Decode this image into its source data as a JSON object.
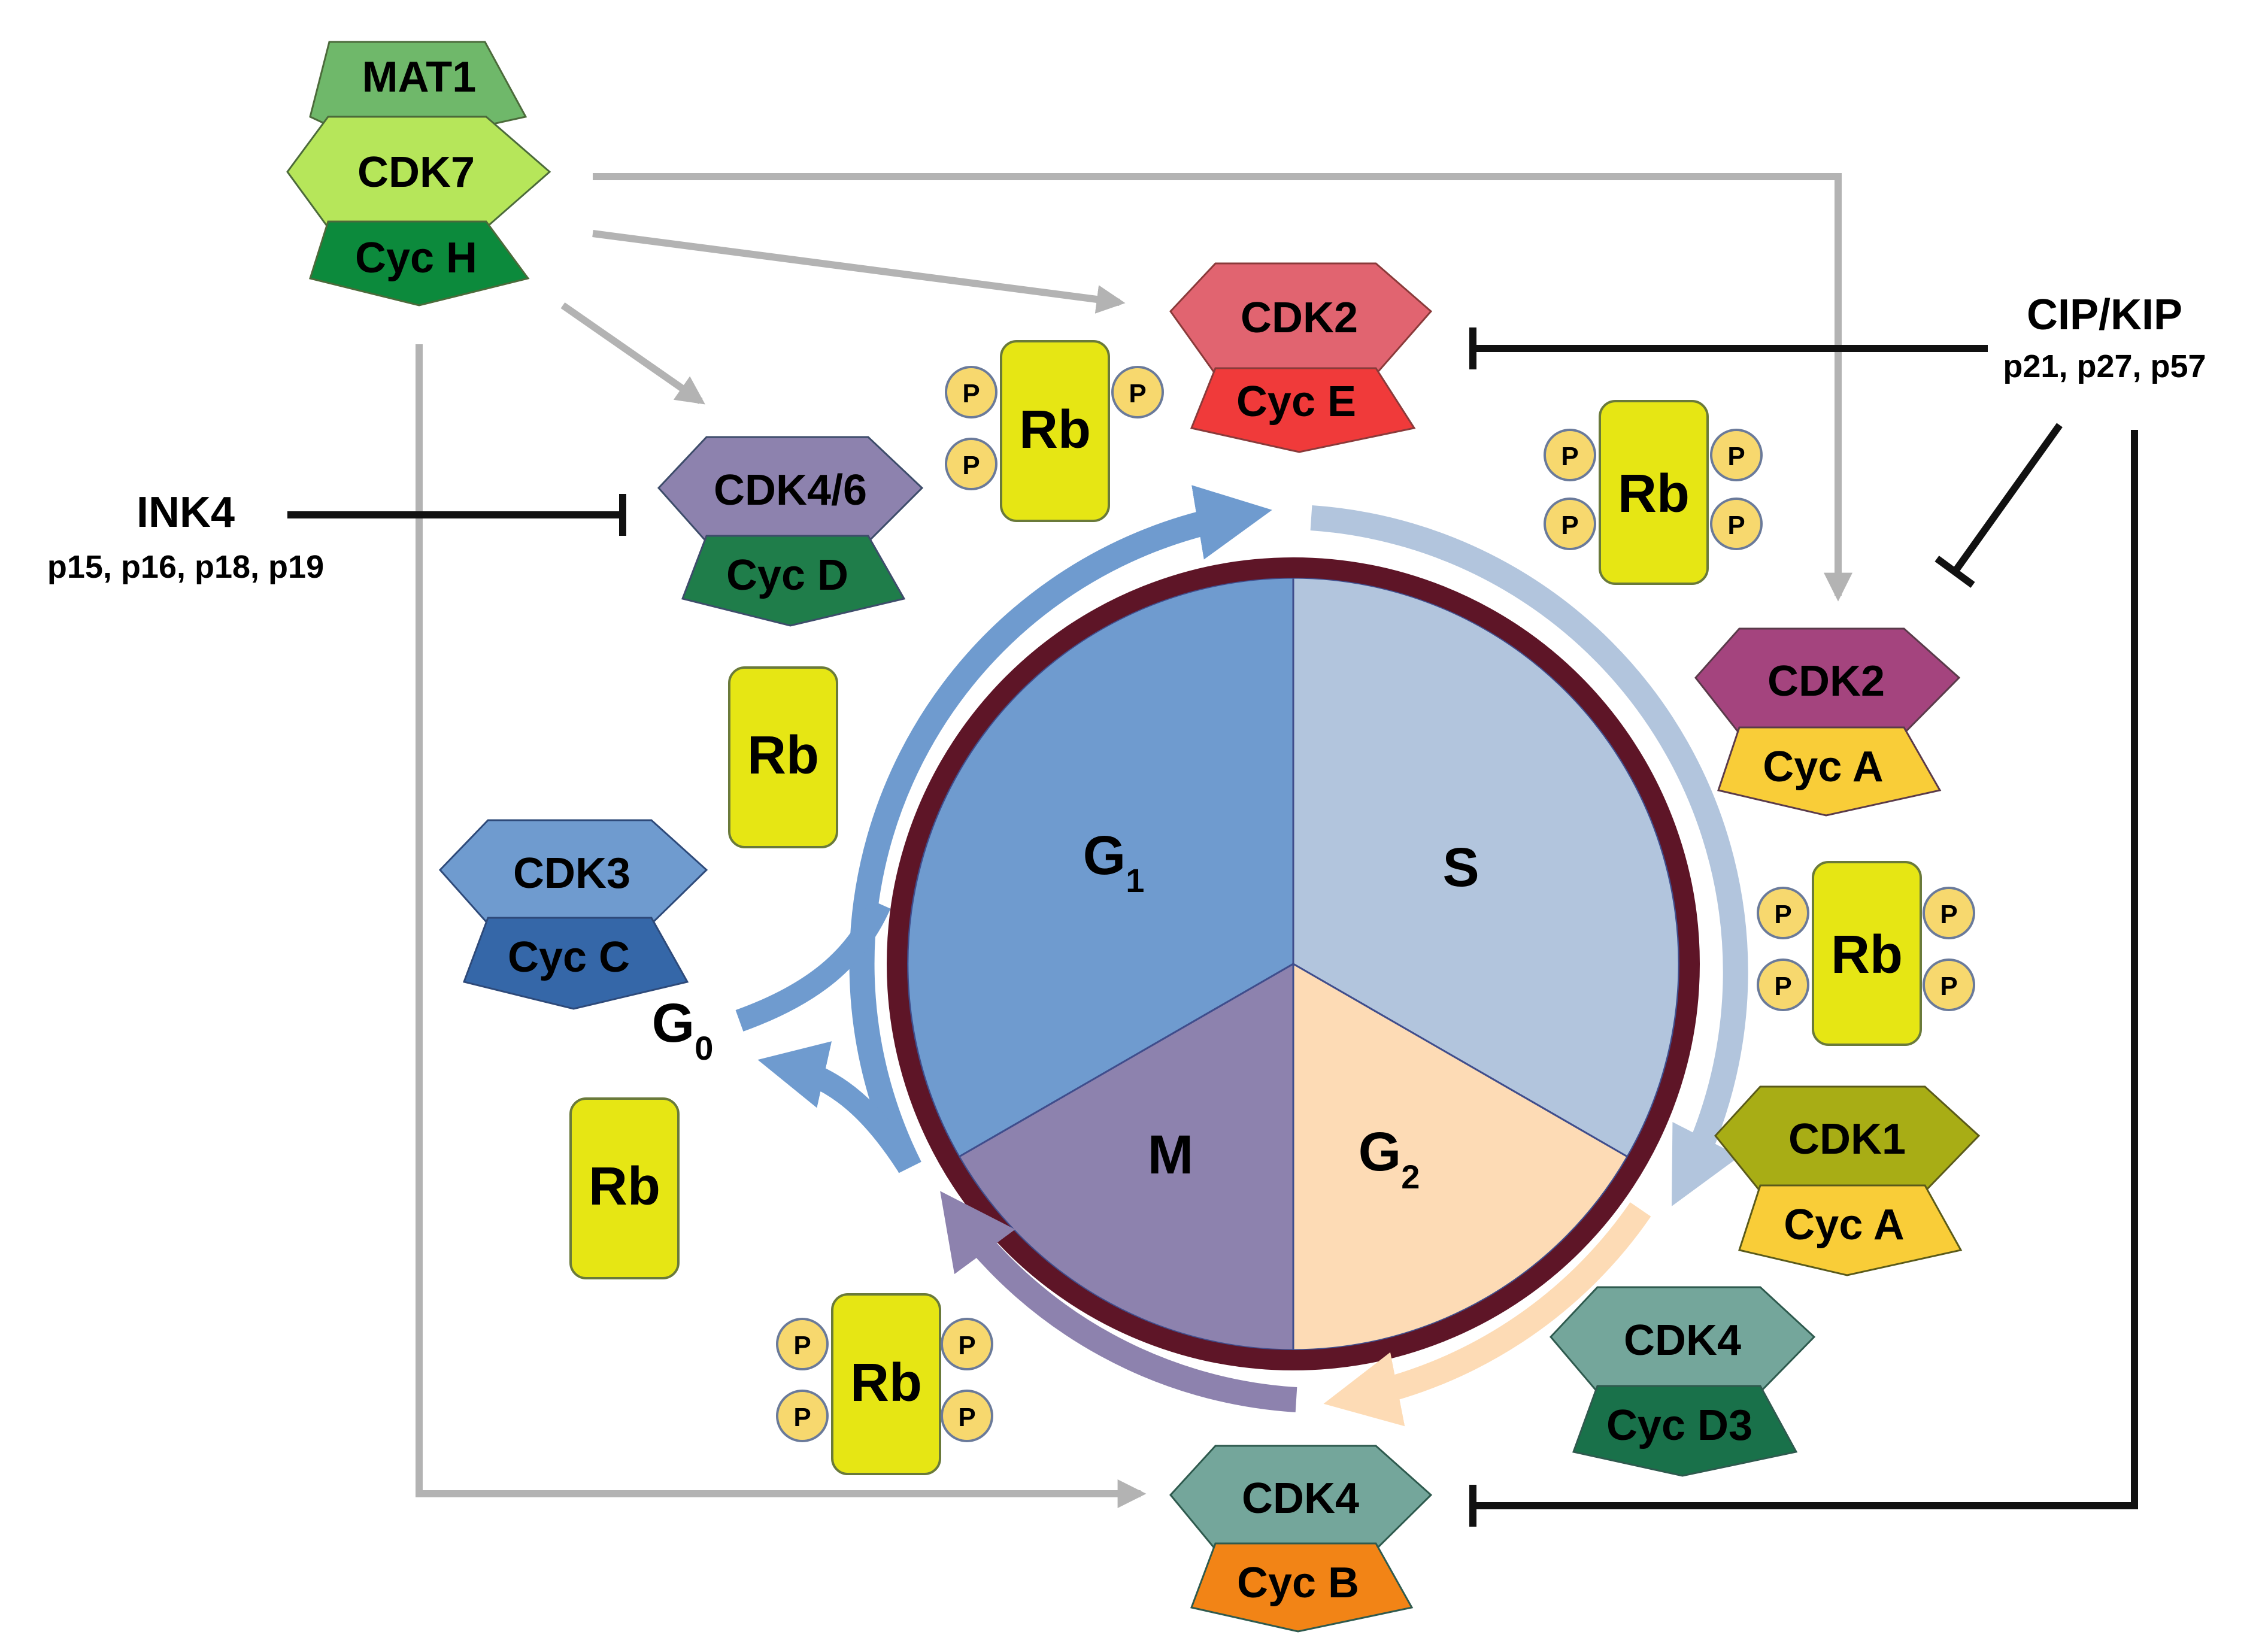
{
  "phases": {
    "g1": "G",
    "g1_sub": "1",
    "s": "S",
    "g2": "G",
    "g2_sub": "2",
    "m": "M",
    "g0": "G",
    "g0_sub": "0"
  },
  "labels": {
    "rb": "Rb",
    "p": "P"
  },
  "complexes": {
    "cak": {
      "top": "MAT1",
      "middle": "CDK7",
      "bottom": "Cyc H"
    },
    "cdk2_e": {
      "cdk": "CDK2",
      "cyclin": "Cyc E"
    },
    "cdk46_d": {
      "cdk": "CDK4/6",
      "cyclin": "Cyc D"
    },
    "cdk2_a": {
      "cdk": "CDK2",
      "cyclin": "Cyc A"
    },
    "cdk3_c": {
      "cdk": "CDK3",
      "cyclin": "Cyc C"
    },
    "cdk1_a": {
      "cdk": "CDK1",
      "cyclin": "Cyc A"
    },
    "cdk4_d3": {
      "cdk": "CDK4",
      "cyclin": "Cyc D3"
    },
    "cdk4_b": {
      "cdk": "CDK4",
      "cyclin": "Cyc B"
    }
  },
  "inhibitors": {
    "ink4": {
      "name": "INK4",
      "members": "p15, p16, p18, p19"
    },
    "cipkip": {
      "name": "CIP/KIP",
      "members": "p21, p27, p57"
    }
  },
  "colors": {
    "g1": "#6f9bcf",
    "s": "#b2c5dd",
    "g2": "#fddbb5",
    "m": "#8d82ae",
    "ring": "#5e1527",
    "mat1": "#6fb86a",
    "cdk7": "#b6e65a",
    "cych": "#0c8a3c",
    "cdk2_e": "#e16470",
    "cyce": "#f03a3a",
    "cdk46": "#8d82ae",
    "cycd": "#1f7d4a",
    "cdk2_a": "#a4447e",
    "cyca": "#f9cd38",
    "cdk3": "#6f9bcf",
    "cycc": "#3567a8",
    "cdk1": "#a8ad15",
    "cdk4": "#74a69b",
    "cycd3": "#19714a",
    "cycb": "#f28416",
    "rb": "#e6e614",
    "phospho": "#f7d86e",
    "activation_arrow": "#b3b3b3",
    "inhibition_line": "#111111"
  }
}
